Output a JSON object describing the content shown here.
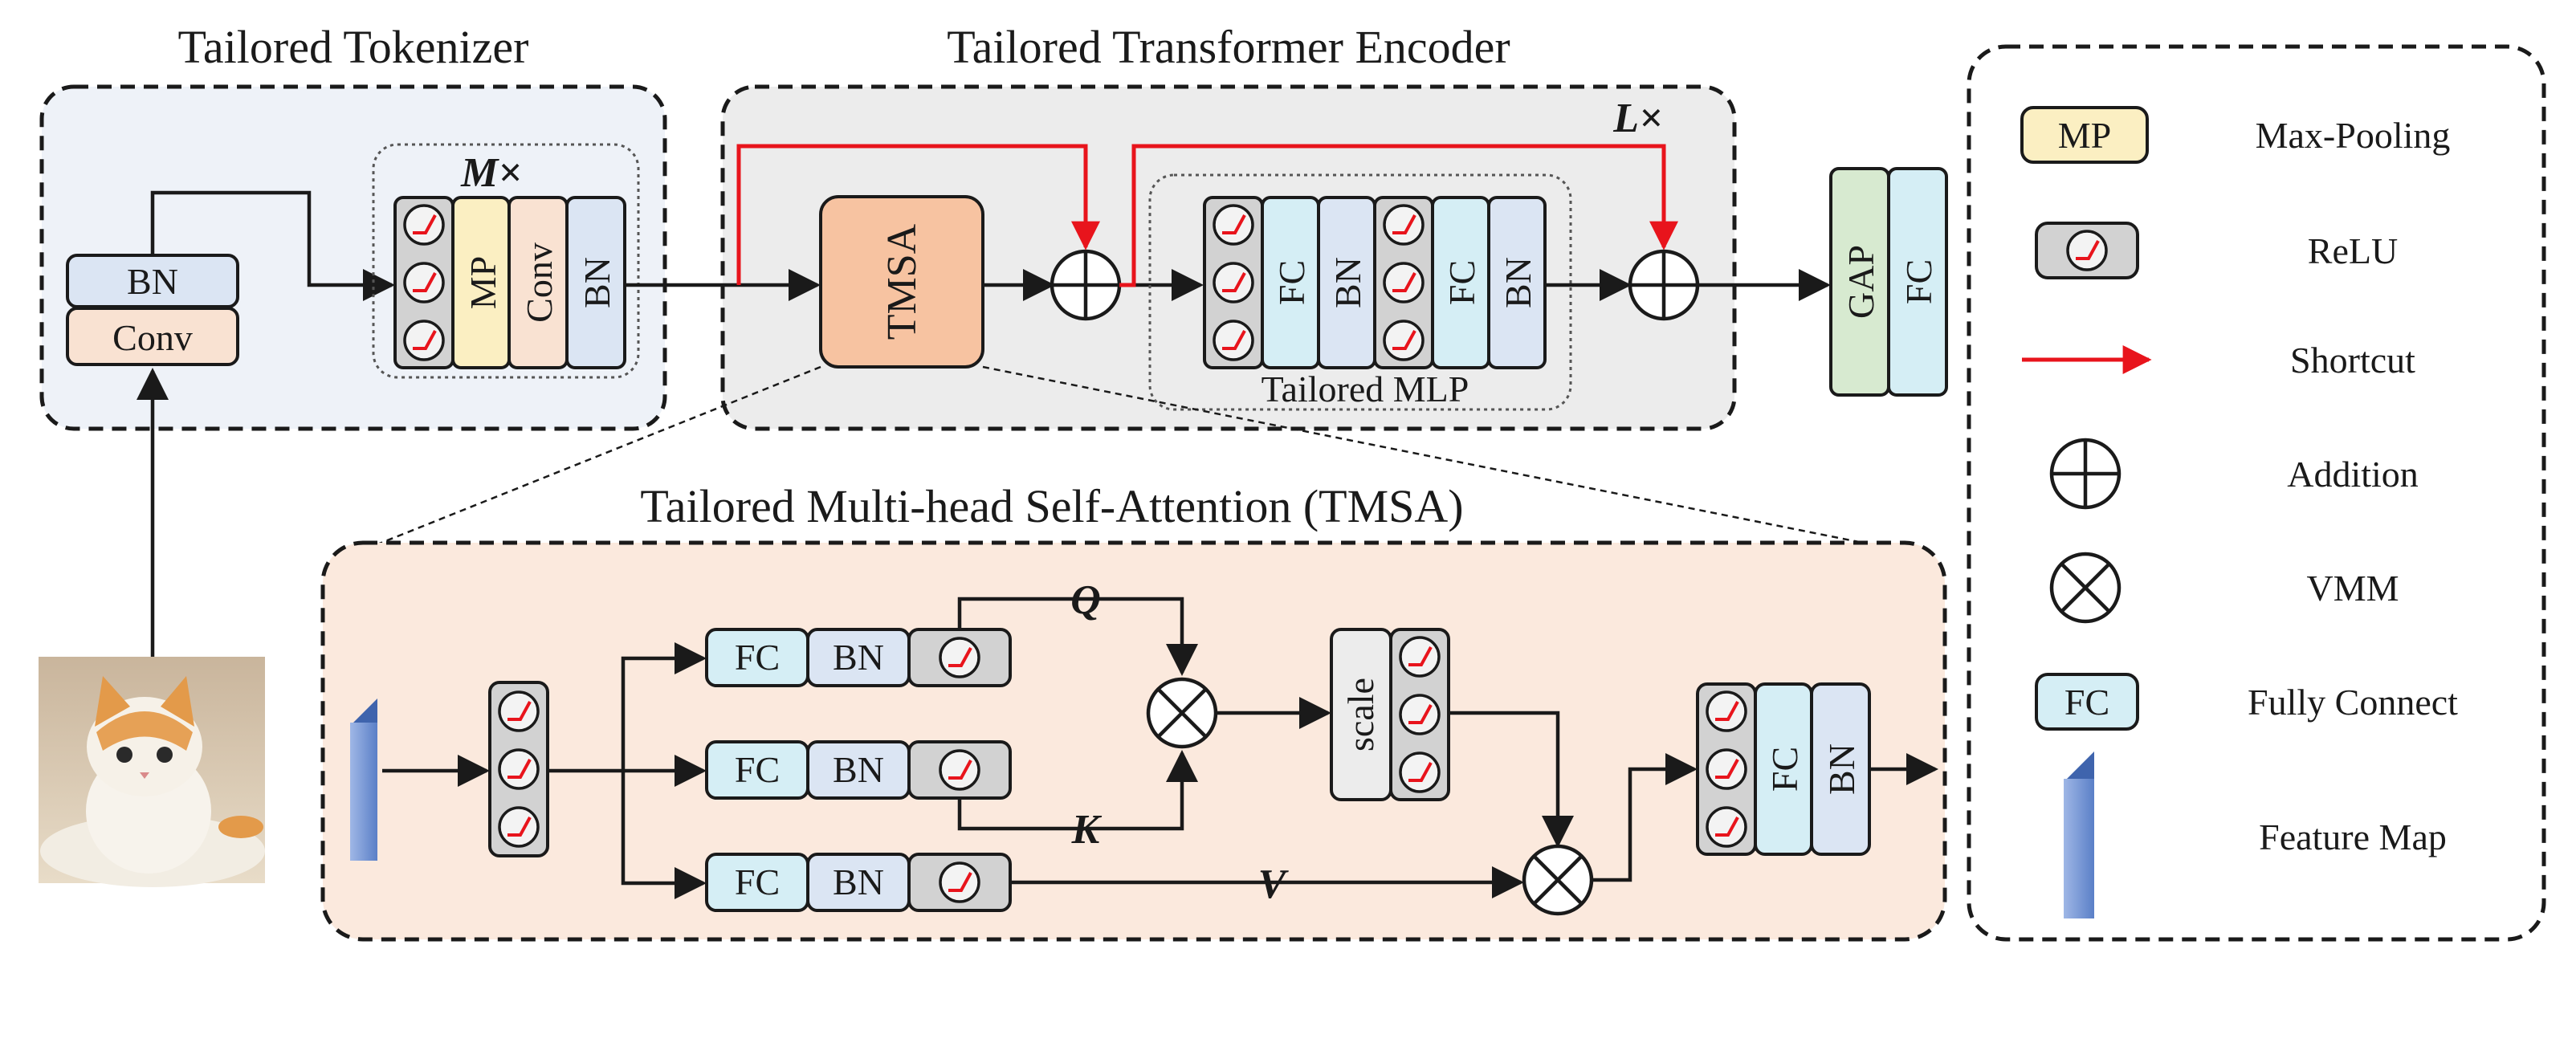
{
  "tokenizer": {
    "title": "Tailored Tokenizer",
    "bn": "BN",
    "conv": "Conv",
    "repeat": "M×",
    "mp": "MP",
    "conv2": "Conv",
    "bn2": "BN"
  },
  "encoder": {
    "title": "Tailored Transformer Encoder",
    "repeat": "L×",
    "tmsa": "TMSA",
    "mlp_title": "Tailored MLP",
    "fc1": "FC",
    "bn1": "BN",
    "fc2": "FC",
    "bn2": "BN"
  },
  "head": {
    "gap": "GAP",
    "fc": "FC"
  },
  "tmsa": {
    "title": "Tailored Multi-head Self-Attention (TMSA)",
    "q": "Q",
    "k": "K",
    "v": "V",
    "fc": "FC",
    "bn": "BN",
    "scale": "scale",
    "out_fc": "FC",
    "out_bn": "BN"
  },
  "legend": {
    "items": [
      {
        "symbol": "MP",
        "label": "Max-Pooling"
      },
      {
        "symbol": "",
        "label": "ReLU"
      },
      {
        "symbol": "",
        "label": "Shortcut"
      },
      {
        "symbol": "",
        "label": "Addition"
      },
      {
        "symbol": "",
        "label": "VMM"
      },
      {
        "symbol": "FC",
        "label": "Fully Connect"
      },
      {
        "symbol": "",
        "label": "Feature Map"
      }
    ]
  },
  "colors": {
    "tokenizer_bg": "#eef2f8",
    "encoder_bg": "#ececec",
    "tmsa_bg": "#fbe9dd",
    "bn": "#dbe5f3",
    "conv": "#f9e2d2",
    "mp": "#fbefc2",
    "fc": "#d5eef5",
    "relu": "#d2d2d2",
    "gap": "#d7ead0",
    "tmsa_block": "#f7c3a1",
    "shortcut": "#e8141c",
    "feature_map": "#6f91d2"
  },
  "icons": [
    "relu-icon",
    "addition-icon",
    "vmm-icon",
    "feature-map-icon",
    "cat-photo"
  ]
}
